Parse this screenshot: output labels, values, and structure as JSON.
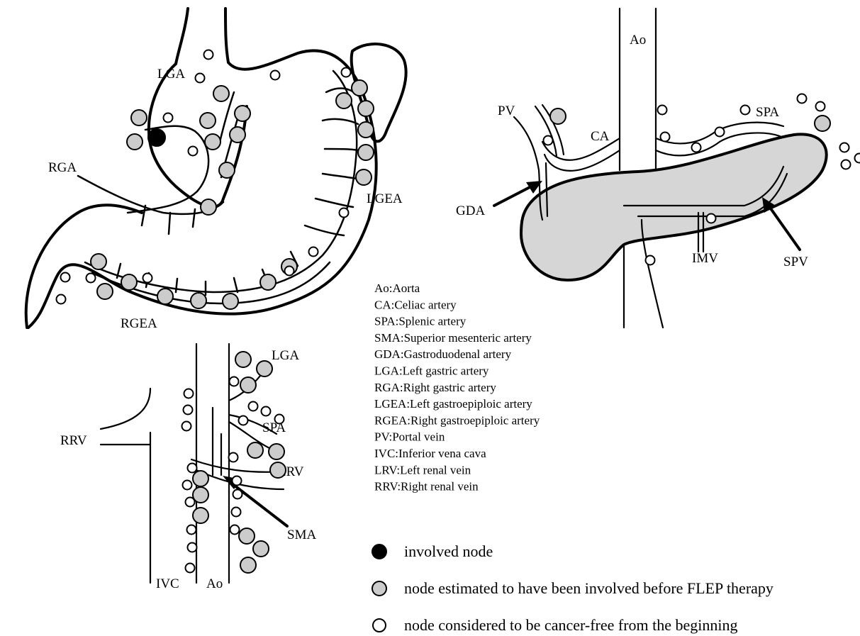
{
  "colors": {
    "involved": "#000000",
    "estimated": "#cccccc",
    "free": "#ffffff",
    "pancreas": "#d6d6d6"
  },
  "stomach": {
    "lga": "LGA",
    "rga": "RGA",
    "lgea": "LGEA",
    "rgea": "RGEA"
  },
  "pancreas": {
    "ao": "Ao",
    "pv": "PV",
    "ca": "CA",
    "spa": "SPA",
    "gda": "GDA",
    "imv": "IMV",
    "spv": "SPV"
  },
  "para": {
    "lga": "LGA",
    "spa": "SPA",
    "rrv": "RRV",
    "lrv": "LRV",
    "sma": "SMA",
    "ivc": "IVC",
    "ao": "Ao"
  },
  "abbreviations": [
    "Ao:Aorta",
    "CA:Celiac artery",
    "SPA:Splenic artery",
    "SMA:Superior mesenteric artery",
    "GDA:Gastroduodenal artery",
    "LGA:Left gastric artery",
    "RGA:Right gastric artery",
    "LGEA:Left gastroepiploic artery",
    "RGEA:Right gastroepiploic artery",
    "PV:Portal vein",
    "IVC:Inferior vena cava",
    "LRV:Left renal vein",
    "RRV:Right renal vein"
  ],
  "legend": {
    "involved": "involved node",
    "estimated": "node estimated to have been involved before FLEP therapy",
    "free": "node considered to be cancer-free from the beginning"
  }
}
